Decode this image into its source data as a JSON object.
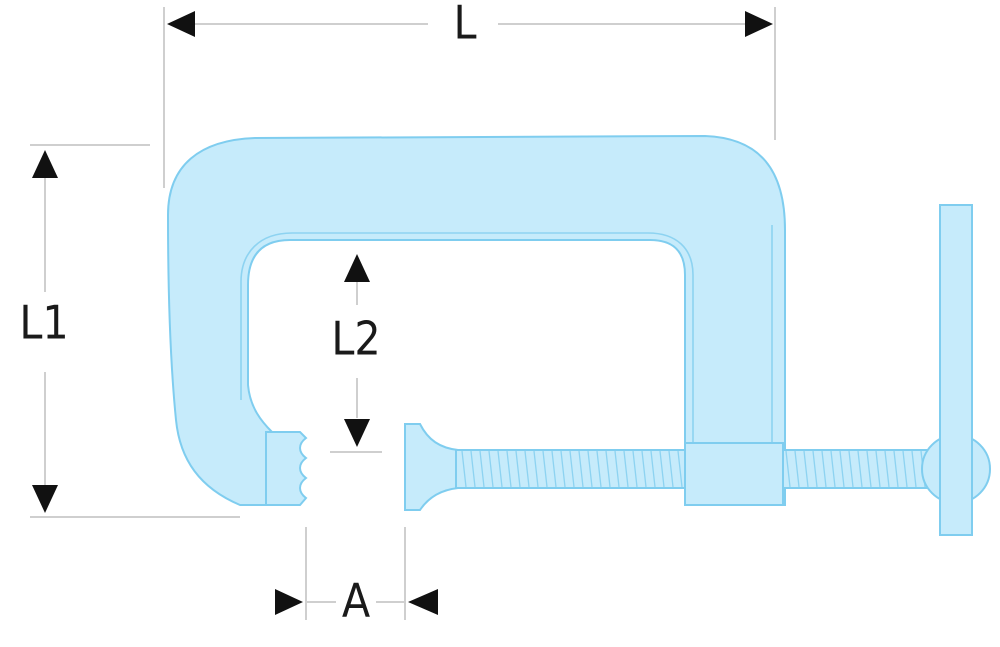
{
  "diagram": {
    "title": "",
    "dimensions": {
      "L": "L",
      "L1": "L1",
      "L2": "L2",
      "A": "A"
    },
    "colors": {
      "body_fill": "#c6ebfb",
      "body_stroke": "#7fcdef",
      "dimension_line": "#cfcfcf",
      "arrow": "#111111",
      "text": "#1a1a1a"
    }
  }
}
